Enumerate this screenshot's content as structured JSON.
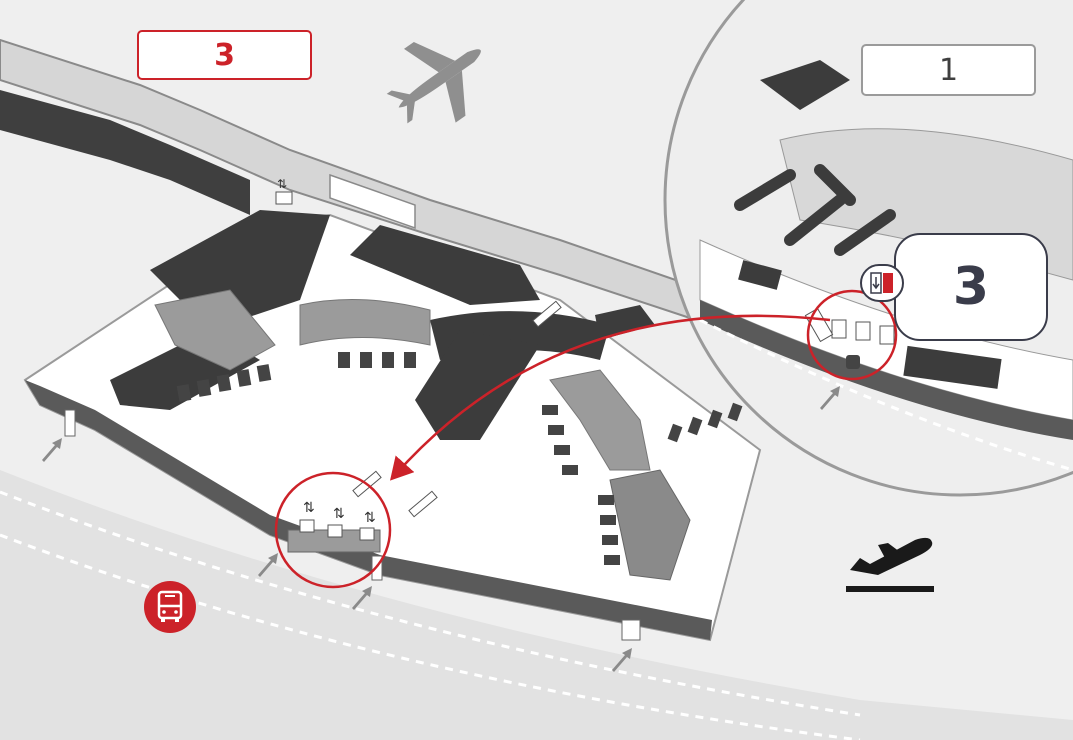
{
  "labels": {
    "terminal_left": "3",
    "terminal_right": "1",
    "level_badge": "3"
  },
  "icons": {
    "airplane": "airplane-icon",
    "bus": "bus-icon",
    "departures": "departures-icon",
    "lift": "lift-icon",
    "escalator": "escalator-icon",
    "entrance_arrow": "entrance-arrow-icon"
  },
  "colors": {
    "accent_red": "#cc2229",
    "badge_navy": "#3a3c4a",
    "building_dark": "#3c3c3c",
    "building_mid": "#8e8e8e",
    "floor_light": "#ffffff",
    "ground": "#ececec"
  }
}
